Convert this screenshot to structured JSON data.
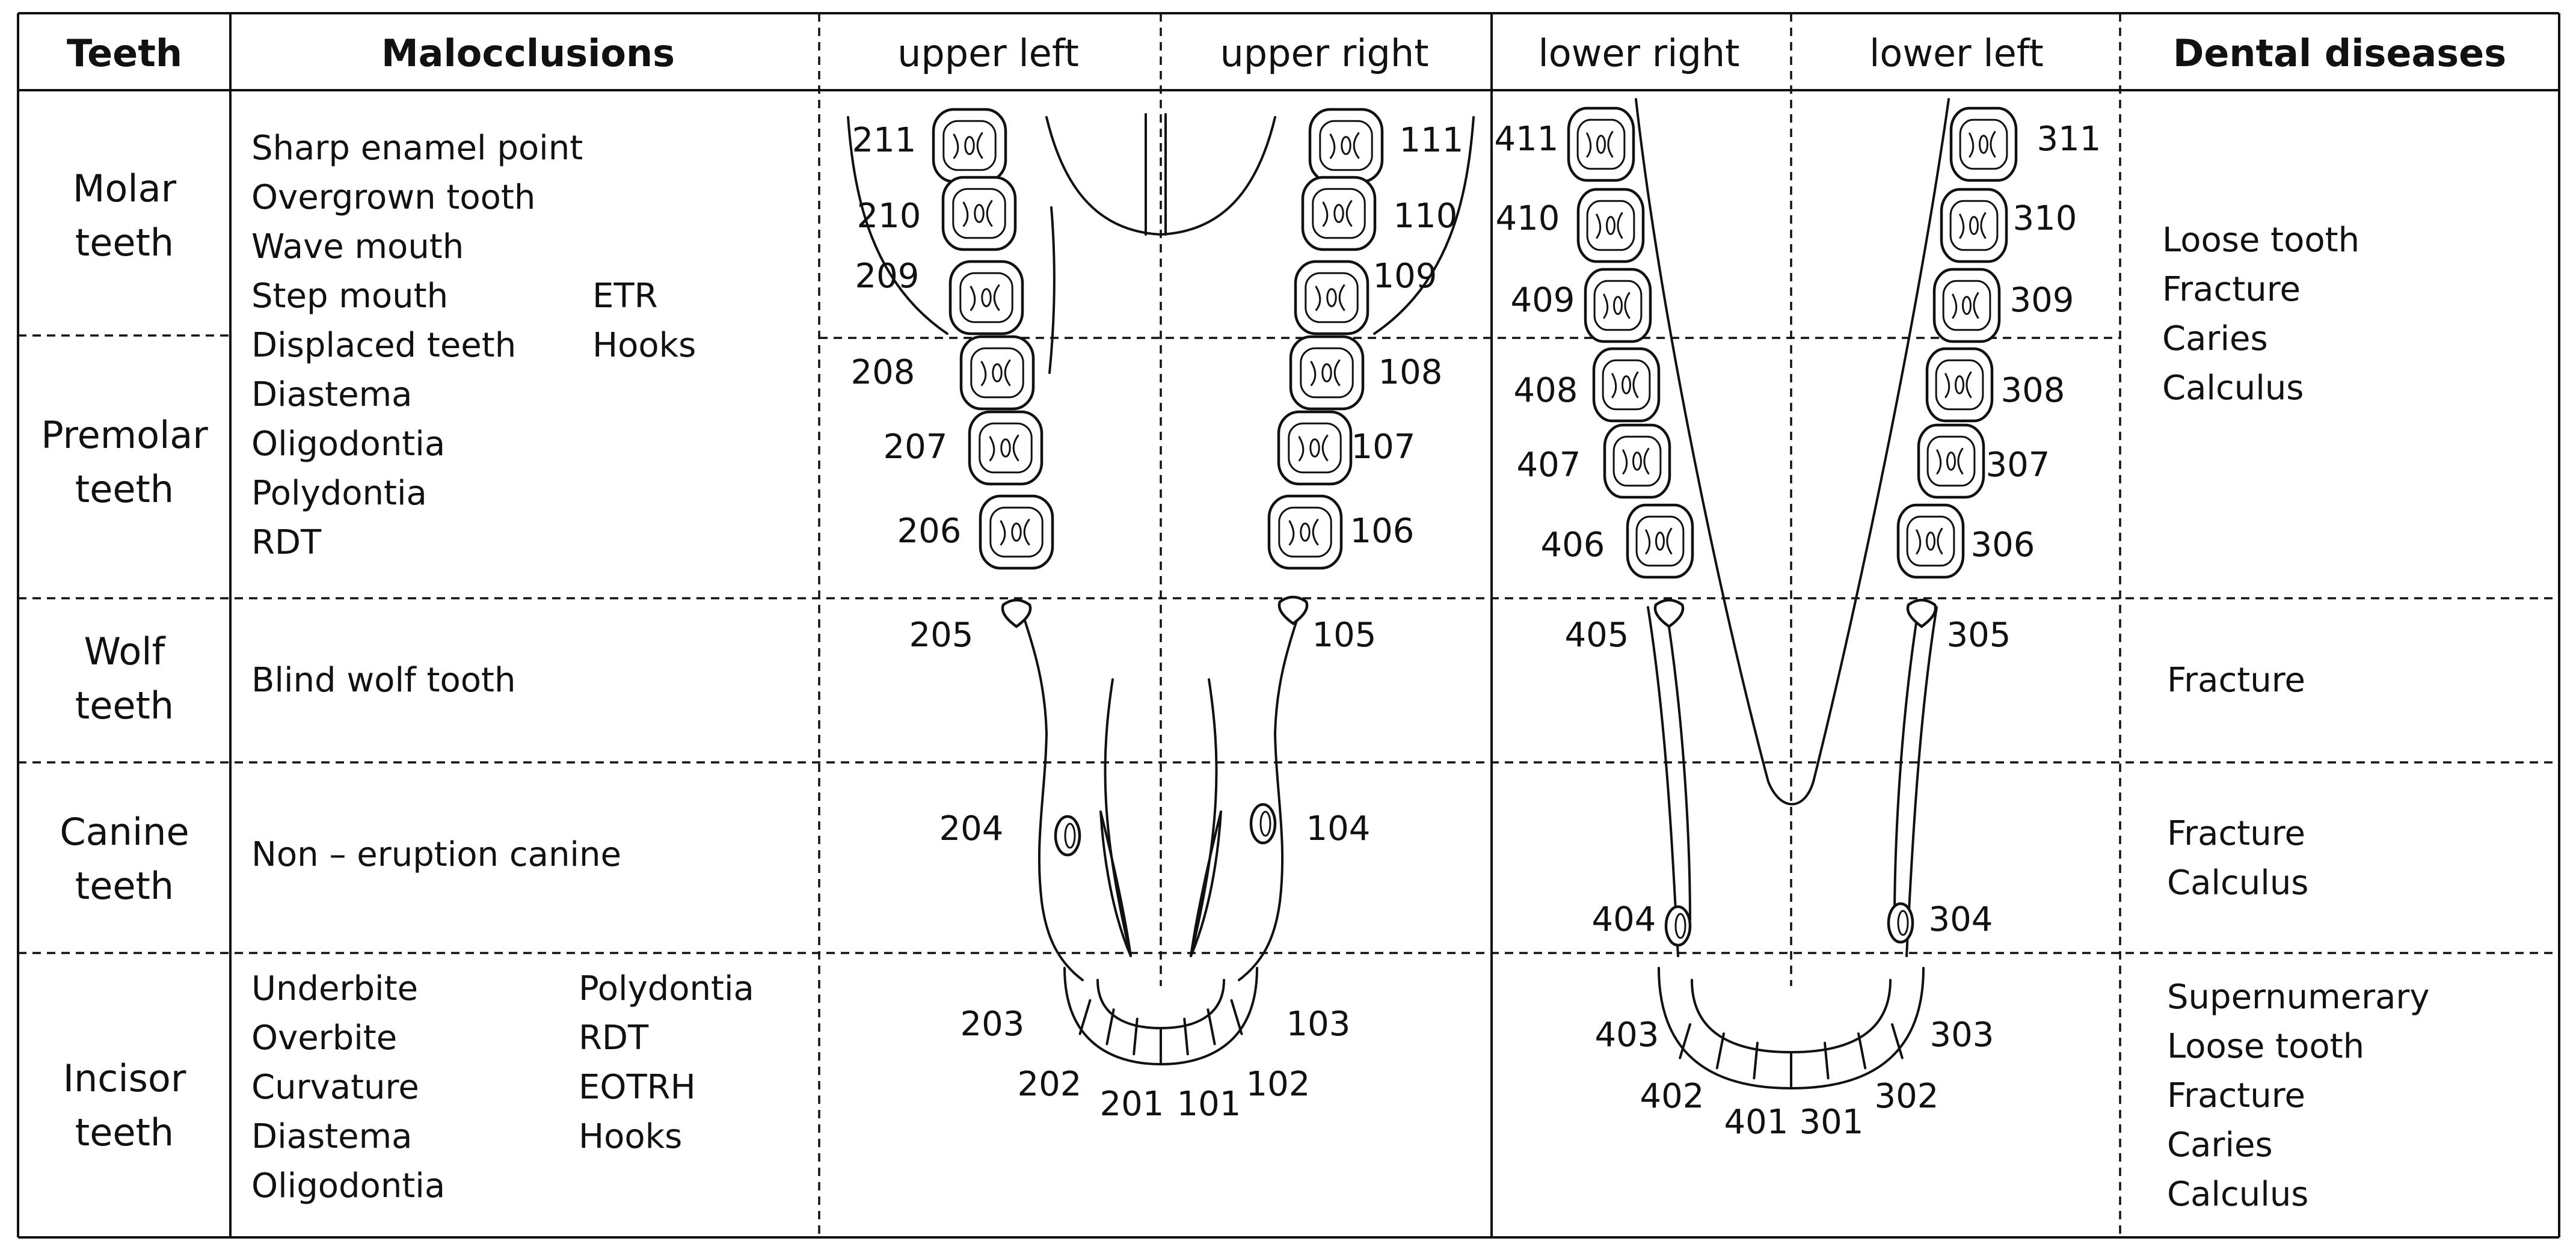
{
  "headers": {
    "teeth": "Teeth",
    "malocclusions": "Malocclusions",
    "upper_left": "upper left",
    "upper_right": "upper right",
    "lower_right": "lower right",
    "lower_left": "lower left",
    "dental_diseases": "Dental diseases"
  },
  "rows": {
    "molar": {
      "label": [
        "Molar",
        "teeth"
      ],
      "diseases": [
        "Loose tooth",
        "Fracture",
        "Caries",
        "Calculus"
      ]
    },
    "premolar": {
      "label": [
        "Premolar",
        "teeth"
      ]
    },
    "molar_premolar_malocclusions": {
      "col1": [
        "Sharp enamel point",
        "Overgrown tooth",
        "Wave mouth",
        "Step mouth",
        "Displaced teeth",
        "Diastema",
        "Oligodontia",
        "Polydontia",
        "RDT"
      ],
      "col2": [
        "ETR",
        "Hooks"
      ]
    },
    "wolf": {
      "label": [
        "Wolf",
        "teeth"
      ],
      "malocclusions": [
        "Blind wolf tooth"
      ],
      "diseases": [
        "Fracture"
      ]
    },
    "canine": {
      "label": [
        "Canine",
        "teeth"
      ],
      "malocclusions": [
        "Non – eruption canine"
      ],
      "diseases": [
        "Fracture",
        "Calculus"
      ]
    },
    "incisor": {
      "label": [
        "Incisor",
        "teeth"
      ],
      "malocclusions_col1": [
        "Underbite",
        "Overbite",
        "Curvature",
        "Diastema",
        "Oligodontia"
      ],
      "malocclusions_col2": [
        "Polydontia",
        "RDT",
        "EOTRH",
        "Hooks"
      ],
      "diseases": [
        "Supernumerary",
        "Loose tooth",
        "Fracture",
        "Caries",
        "Calculus"
      ]
    }
  },
  "tooth_numbers": {
    "upper_left": {
      "cheek": [
        "211",
        "210",
        "209",
        "208",
        "207",
        "206"
      ],
      "wolf": "205",
      "canine": "204",
      "incisors": [
        "203",
        "202",
        "201"
      ]
    },
    "upper_right": {
      "cheek": [
        "111",
        "110",
        "109",
        "108",
        "107",
        "106"
      ],
      "wolf": "105",
      "canine": "104",
      "incisors": [
        "103",
        "102",
        "101"
      ]
    },
    "lower_right": {
      "cheek": [
        "411",
        "410",
        "409",
        "408",
        "407",
        "406"
      ],
      "wolf": "405",
      "canine": "404",
      "incisors": [
        "403",
        "402",
        "401"
      ]
    },
    "lower_left": {
      "cheek": [
        "311",
        "310",
        "309",
        "308",
        "307",
        "306"
      ],
      "wolf": "305",
      "canine": "304",
      "incisors": [
        "303",
        "302",
        "301"
      ]
    }
  }
}
